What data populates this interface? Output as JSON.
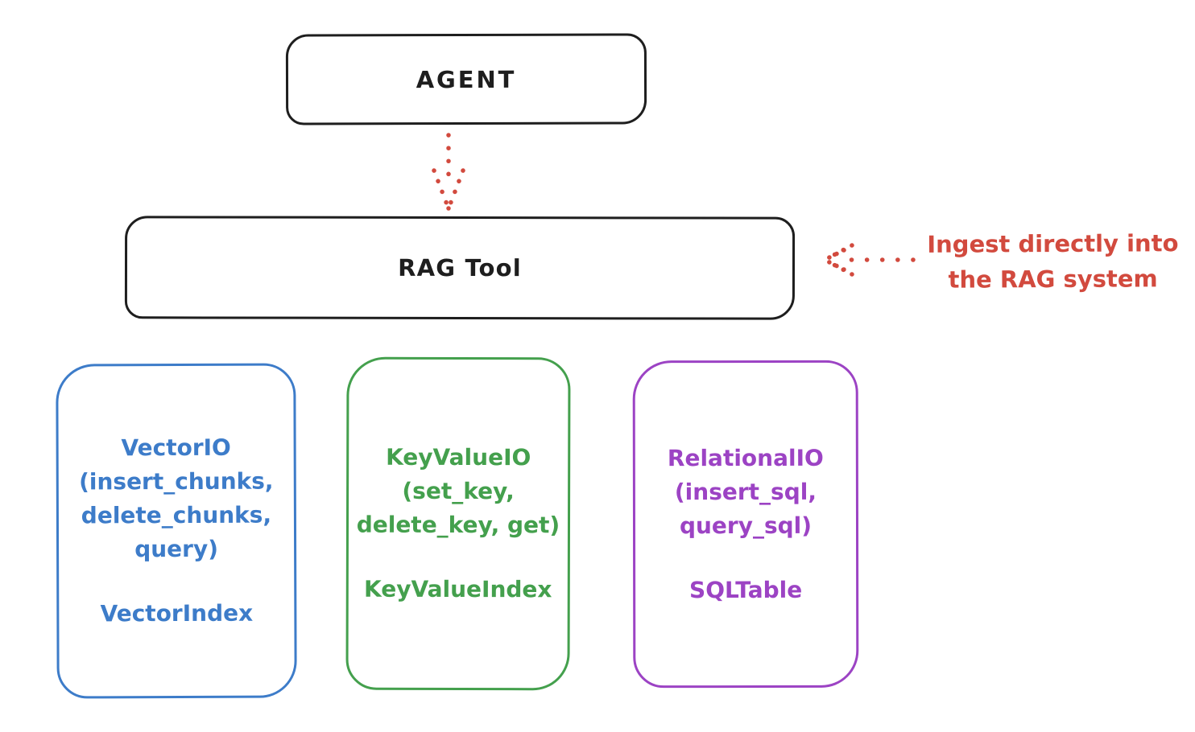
{
  "colors": {
    "ink": "#1e1e1e",
    "red": "#d24a3e",
    "blue": "#3d7cc9",
    "green": "#44a04d",
    "purple": "#9c43c4",
    "background": "#ffffff"
  },
  "diagram": {
    "agent_node": {
      "label": "AGENT"
    },
    "rag_tool_node": {
      "label": "RAG Tool"
    },
    "ingest_annotation": {
      "line1": "Ingest directly into",
      "line2": "the RAG system"
    },
    "backend_nodes": [
      {
        "id": "vector-io",
        "color": "#3d7cc9",
        "lines": [
          "VectorIO",
          "(insert_chunks,",
          "delete_chunks,",
          "query)"
        ],
        "index_label": "VectorIndex"
      },
      {
        "id": "keyvalue-io",
        "color": "#44a04d",
        "lines": [
          "KeyValueIO",
          "(set_key,",
          "delete_key, get)"
        ],
        "index_label": "KeyValueIndex"
      },
      {
        "id": "relational-io",
        "color": "#9c43c4",
        "lines": [
          "RelationalIO",
          "(insert_sql,",
          "query_sql)"
        ],
        "index_label": "SQLTable"
      }
    ]
  }
}
